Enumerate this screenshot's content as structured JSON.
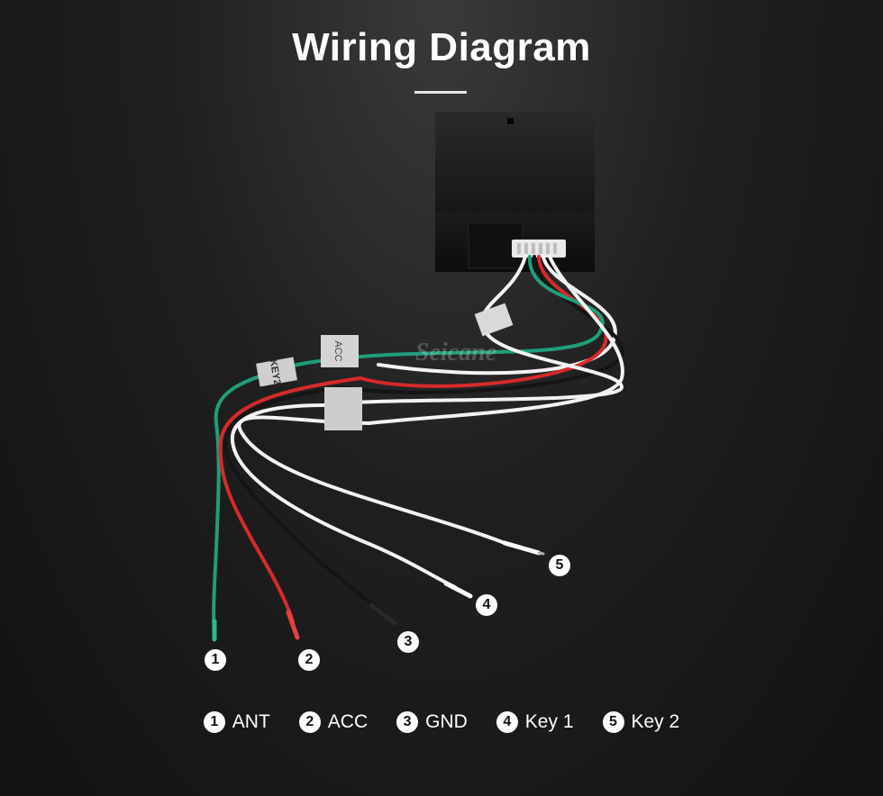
{
  "title": "Wiring Diagram",
  "watermark": "Seicane",
  "tags": {
    "key2": "KEY2",
    "acc": "ACC"
  },
  "colors": {
    "ant": "#1f9e7a",
    "acc": "#d62a2a",
    "gnd": "#151515",
    "key": "#f2f2f2"
  },
  "callouts": [
    "1",
    "2",
    "3",
    "4",
    "5"
  ],
  "legend": [
    {
      "num": "1",
      "label": "ANT"
    },
    {
      "num": "2",
      "label": "ACC"
    },
    {
      "num": "3",
      "label": "GND"
    },
    {
      "num": "4",
      "label": "Key 1"
    },
    {
      "num": "5",
      "label": "Key 2"
    }
  ]
}
